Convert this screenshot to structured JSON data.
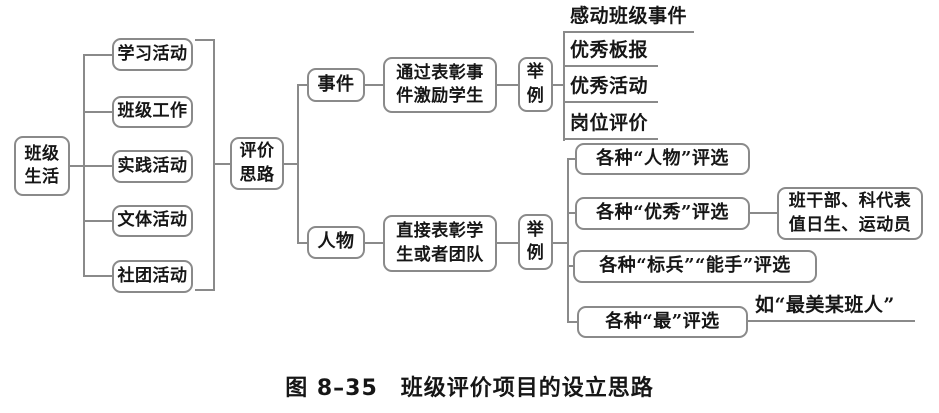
{
  "figure": {
    "caption": "图 8–35　班级评价项目的设立思路"
  },
  "colors": {
    "line": "#8a8a8a",
    "text": "#161616",
    "background": "#ffffff"
  },
  "nodes": {
    "class_life": "班级\n生活",
    "study_activity": "学习活动",
    "class_work": "班级工作",
    "practice_activity": "实践活动",
    "culture_sports_activity": "文体活动",
    "club_activity": "社团活动",
    "evaluation_idea": "评价\n思路",
    "event": "事件",
    "event_method": "通过表彰事\n件激励学生",
    "event_example_label": "举\n例",
    "person": "人物",
    "person_method": "直接表彰学\n生或者团队",
    "person_example_label": "举\n例",
    "various_person_award": "各种“人物”评选",
    "various_excellent_award": "各种“优秀”评选",
    "excellent_award_examples": "班干部、科代表\n值日生、运动员",
    "various_model_expert_award": "各种“标兵”“能手”评选",
    "various_most_award": "各种“最”评选"
  },
  "leaves": {
    "moving_class_event": "感动班级事件",
    "excellent_board": "优秀板报",
    "excellent_activity": "优秀活动",
    "post_evaluation": "岗位评价",
    "most_example": "如“最美某班人”"
  }
}
